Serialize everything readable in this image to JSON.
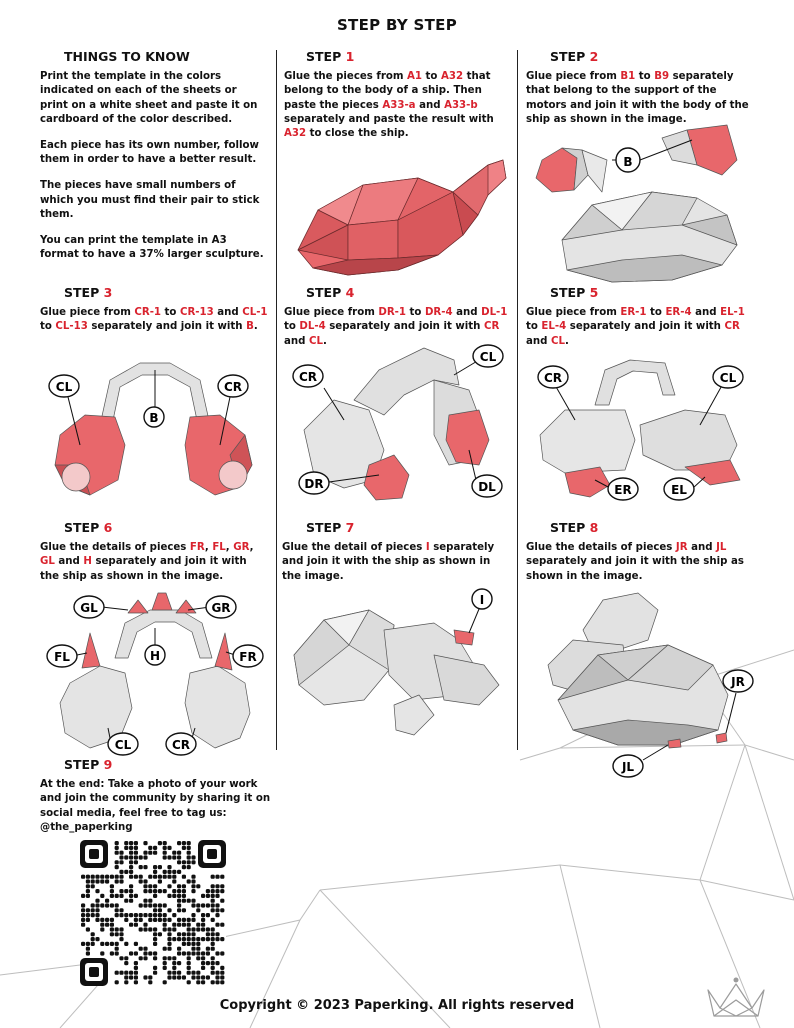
{
  "title": "STEP BY STEP",
  "things": {
    "heading": "THINGS TO KNOW",
    "p1": "Print the template in the colors indicated on each of the sheets or print on a white sheet and paste it on cardboard of the color described.",
    "p2": "Each piece has its own number, follow them in order to have a better result.",
    "p3": "The pieces have small numbers of which you must find their pair to stick them.",
    "p4": "You can print the template in A3 format to have a 37% larger sculpture."
  },
  "steps": {
    "s1": {
      "label": "STEP",
      "num": "1",
      "t1": "Glue the pieces from ",
      "a1": "A1",
      "t2": " to ",
      "a2": "A32",
      "t3": " that belong to the body of a ship. Then paste the pieces ",
      "a3": "A33-a",
      "t4": " and ",
      "a4": "A33-b",
      "t5": " separately and paste the result with ",
      "a5": "A32",
      "t6": " to close the ship."
    },
    "s2": {
      "label": "STEP",
      "num": "2",
      "t1": "Glue piece from ",
      "a1": "B1",
      "t2": " to ",
      "a2": "B9",
      "t3": " separately that belong to the support of the motors and join it with the body of the ship as shown in the image."
    },
    "s3": {
      "label": "STEP",
      "num": "3",
      "t1": "Glue piece from ",
      "a1": "CR-1",
      "t2": " to ",
      "a2": "CR-13",
      "t3": " and ",
      "a3": "CL-1",
      "t4": " to ",
      "a4": "CL-13",
      "t5": " separately and join it with ",
      "a5": "B",
      "t6": "."
    },
    "s4": {
      "label": "STEP",
      "num": "4",
      "t1": "Glue piece from ",
      "a1": "DR-1",
      "t2": " to ",
      "a2": "DR-4",
      "t3": " and ",
      "a3": "DL-1",
      "t4": " to ",
      "a4": "DL-4",
      "t5": " separately and join it with ",
      "a5": "CR",
      "t6": " and ",
      "a6": "CL",
      "t7": "."
    },
    "s5": {
      "label": "STEP",
      "num": "5",
      "t1": "Glue piece from ",
      "a1": "ER-1",
      "t2": " to ",
      "a2": "ER-4",
      "t3": " and ",
      "a3": "EL-1",
      "t4": " to ",
      "a4": "EL-4",
      "t5": " separately and join it with ",
      "a5": "CR",
      "t6": " and ",
      "a6": "CL",
      "t7": "."
    },
    "s6": {
      "label": "STEP",
      "num": "6",
      "t1": "Glue the details of pieces ",
      "a1": "FR",
      "t2": ", ",
      "a2": "FL",
      "t3": ", ",
      "a3": "GR",
      "t4": ", ",
      "a4": "GL",
      "t5": " and ",
      "a5": "H",
      "t6": " separately and join it with the ship as shown in the image."
    },
    "s7": {
      "label": "STEP",
      "num": "7",
      "t1": "Glue the detail of pieces ",
      "a1": "I",
      "t2": " separately and join it with the ship as shown in the image."
    },
    "s8": {
      "label": "STEP",
      "num": "8",
      "t1": "Glue the details of pieces ",
      "a1": "JR",
      "t2": " and ",
      "a2": "JL",
      "t3": " separately and join it with the ship as shown in the image."
    },
    "s9": {
      "label": "STEP",
      "num": "9",
      "t1": "At the end: Take a photo of your work and join the community by sharing it on social media, feel free to tag us:",
      "handle": "@the_paperking"
    }
  },
  "callouts": {
    "s2_b": "B",
    "s3_cl": "CL",
    "s3_b": "B",
    "s3_cr": "CR",
    "s4_cr": "CR",
    "s4_cl": "CL",
    "s4_dr": "DR",
    "s4_dl": "DL",
    "s5_cr": "CR",
    "s5_cl": "CL",
    "s5_er": "ER",
    "s5_el": "EL",
    "s6_gl": "GL",
    "s6_gr": "GR",
    "s6_fl": "FL",
    "s6_fr": "FR",
    "s6_h": "H",
    "s6_cl": "CL",
    "s6_cr": "CR",
    "s7_i": "I",
    "s8_jr": "JR",
    "s8_jl": "JL"
  },
  "footer": "Copyright © 2023 Paperking. All rights reserved",
  "colors": {
    "accent": "#d9232e",
    "piece_red": "#e8676b",
    "piece_gray": "#d8d8d8"
  }
}
